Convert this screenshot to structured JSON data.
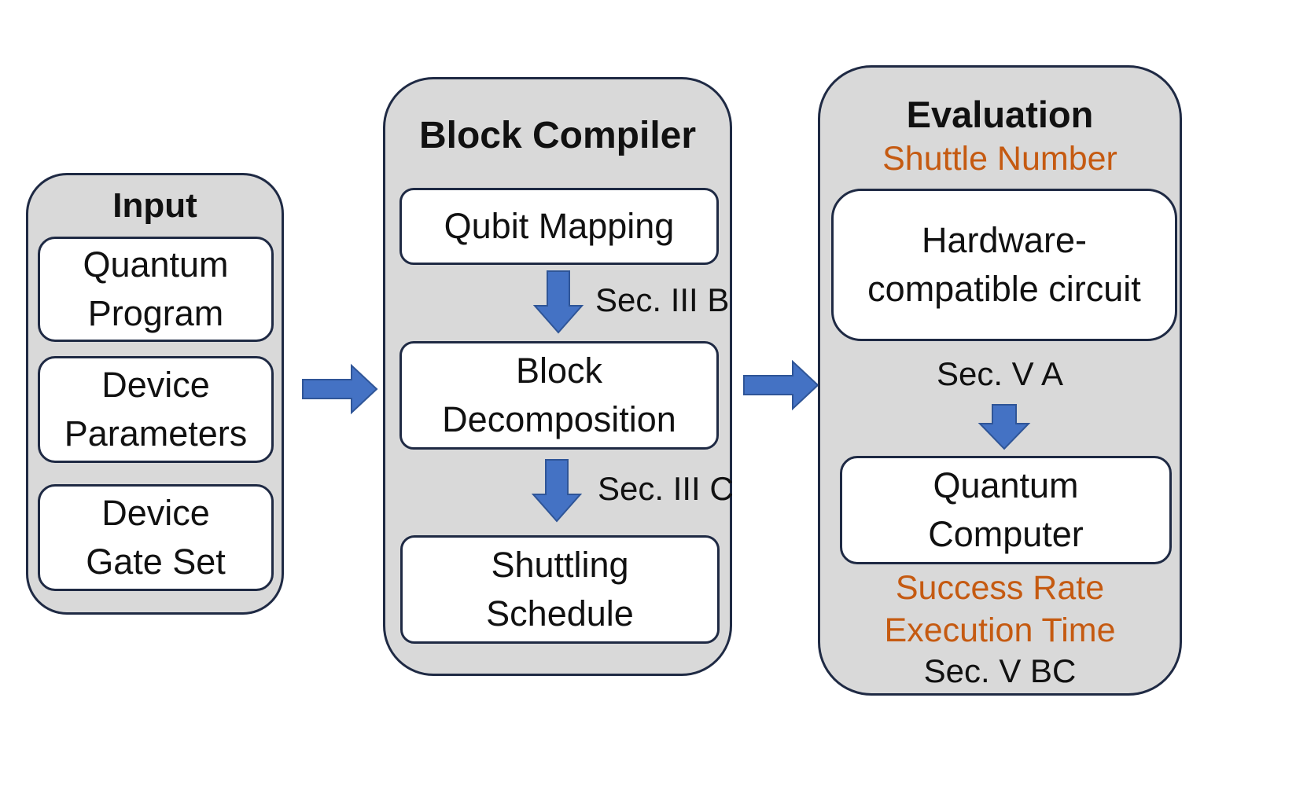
{
  "colors": {
    "panel_fill": "#d9d9d9",
    "border": "#1f2a44",
    "arrow": "#4472c4",
    "highlight_text": "#c55a11"
  },
  "input": {
    "title": "Input",
    "items": [
      {
        "line1": "Quantum",
        "line2": "Program"
      },
      {
        "line1": "Device",
        "line2": "Parameters"
      },
      {
        "line1": "Device",
        "line2": "Gate Set"
      }
    ]
  },
  "compiler": {
    "title": "Block Compiler",
    "steps": [
      {
        "line1": "Qubit Mapping"
      },
      {
        "line1": "Block",
        "line2": "Decomposition"
      },
      {
        "line1": "Shuttling",
        "line2": "Schedule"
      }
    ],
    "section_labels": [
      "Sec. III B",
      "Sec. III C"
    ]
  },
  "evaluation": {
    "title": "Evaluation",
    "metric_top": "Shuttle Number",
    "circuit_box": {
      "line1": "Hardware-",
      "line2": "compatible circuit"
    },
    "section_label_a": "Sec. V A",
    "computer_box": {
      "line1": "Quantum",
      "line2": "Computer"
    },
    "metrics_bottom": [
      "Success Rate",
      "Execution Time"
    ],
    "section_label_bc": "Sec. V BC"
  }
}
